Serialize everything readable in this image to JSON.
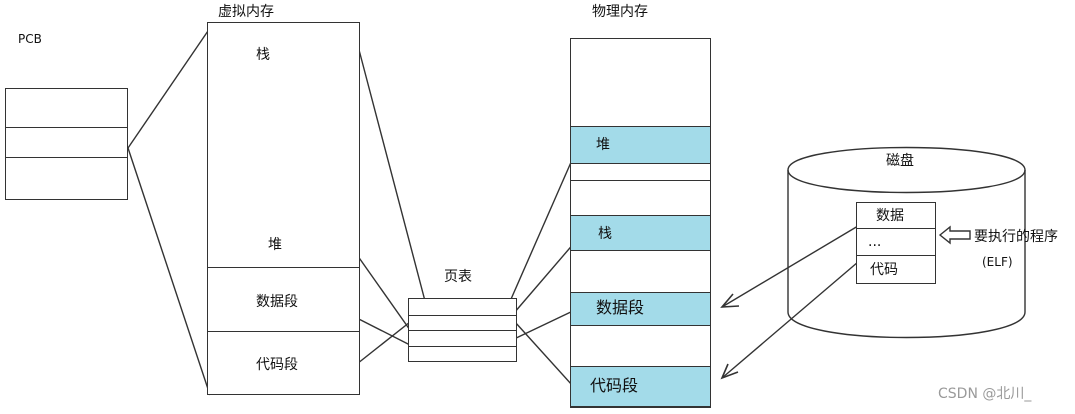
{
  "pcb": {
    "label": "PCB"
  },
  "virtual_memory": {
    "title": "虚拟内存",
    "stack": "栈",
    "heap": "堆",
    "data_segment": "数据段",
    "code_segment": "代码段"
  },
  "page_table": {
    "label": "页表"
  },
  "physical_memory": {
    "title": "物理内存",
    "heap": "堆",
    "stack": "栈",
    "data_segment": "数据段",
    "code_segment": "代码段"
  },
  "disk": {
    "label": "磁盘",
    "data": "数据",
    "ellipsis": "...",
    "code": "代码"
  },
  "program": {
    "label": "要执行的程序",
    "format": "(ELF)"
  },
  "watermark": "CSDN @北川_",
  "colors": {
    "segment_fill": "#a3dbe9",
    "stroke": "#333333"
  }
}
